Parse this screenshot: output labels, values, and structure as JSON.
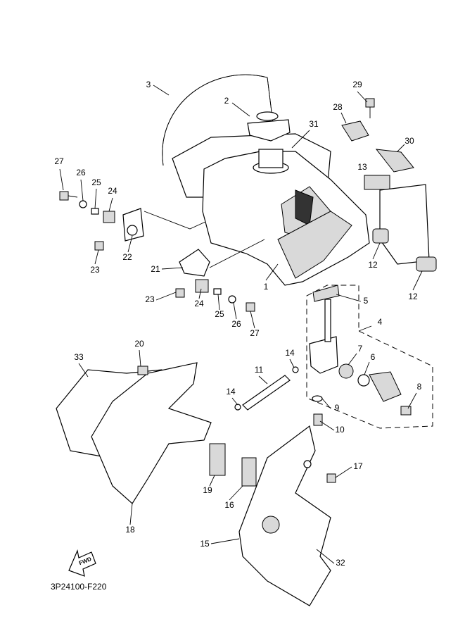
{
  "diagram_code": "3P24100-F220",
  "fwd_label": "FWD",
  "callouts": [
    "1",
    "2",
    "3",
    "4",
    "5",
    "6",
    "7",
    "8",
    "9",
    "10",
    "11",
    "12",
    "12",
    "13",
    "14",
    "14",
    "15",
    "16",
    "17",
    "18",
    "19",
    "20",
    "21",
    "22",
    "23",
    "23",
    "24",
    "24",
    "25",
    "25",
    "26",
    "26",
    "27",
    "27",
    "28",
    "29",
    "30",
    "31",
    "32",
    "33"
  ]
}
